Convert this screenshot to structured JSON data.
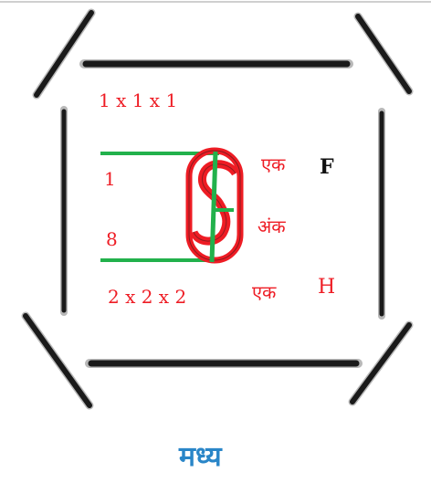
{
  "labels": {
    "top_expr": "1 x 1 x 1",
    "num_one": "1",
    "num_eight": "8",
    "bottom_expr": "2 x 2 x 2",
    "ek_top": "एक",
    "letter_f": "F",
    "ank": "अंक",
    "ek_bottom": "एक",
    "letter_h": "H",
    "caption": "मध्य"
  },
  "colors": {
    "frame": "#1a1a1a",
    "frame_shadow": "#9a9a9a",
    "green": "#22b14c",
    "red": "#ee1c24",
    "caption": "#2a86c8"
  },
  "icons": {
    "center_symbol": "red-s-on-green-rod-icon"
  }
}
